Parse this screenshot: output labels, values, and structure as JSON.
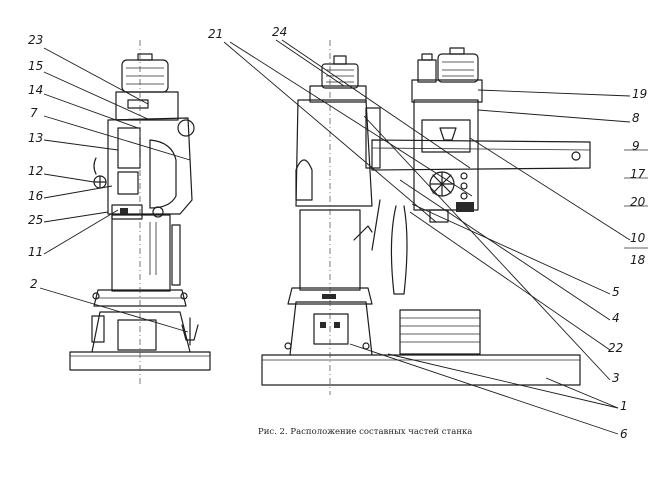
{
  "caption": "Рис. 2. Расположение составных частей станка",
  "left_labels": [
    {
      "id": "23",
      "text": "23"
    },
    {
      "id": "15",
      "text": "15"
    },
    {
      "id": "14",
      "text": "14"
    },
    {
      "id": "7",
      "text": "7"
    },
    {
      "id": "13",
      "text": "13"
    },
    {
      "id": "12",
      "text": "12"
    },
    {
      "id": "16",
      "text": "16"
    },
    {
      "id": "25",
      "text": "25"
    },
    {
      "id": "11",
      "text": "11"
    },
    {
      "id": "2",
      "text": "2"
    }
  ],
  "top_labels": [
    {
      "id": "21",
      "text": "21"
    },
    {
      "id": "24",
      "text": "24"
    }
  ],
  "right_labels": [
    {
      "id": "19",
      "text": "19"
    },
    {
      "id": "8",
      "text": "8"
    },
    {
      "id": "9",
      "text": "9"
    },
    {
      "id": "17",
      "text": "17"
    },
    {
      "id": "20",
      "text": "20"
    },
    {
      "id": "10",
      "text": "10"
    },
    {
      "id": "18",
      "text": "18"
    },
    {
      "id": "5",
      "text": "5"
    },
    {
      "id": "4",
      "text": "4"
    },
    {
      "id": "22",
      "text": "22"
    },
    {
      "id": "3",
      "text": "3"
    },
    {
      "id": "1",
      "text": "1"
    },
    {
      "id": "6",
      "text": "6"
    }
  ]
}
